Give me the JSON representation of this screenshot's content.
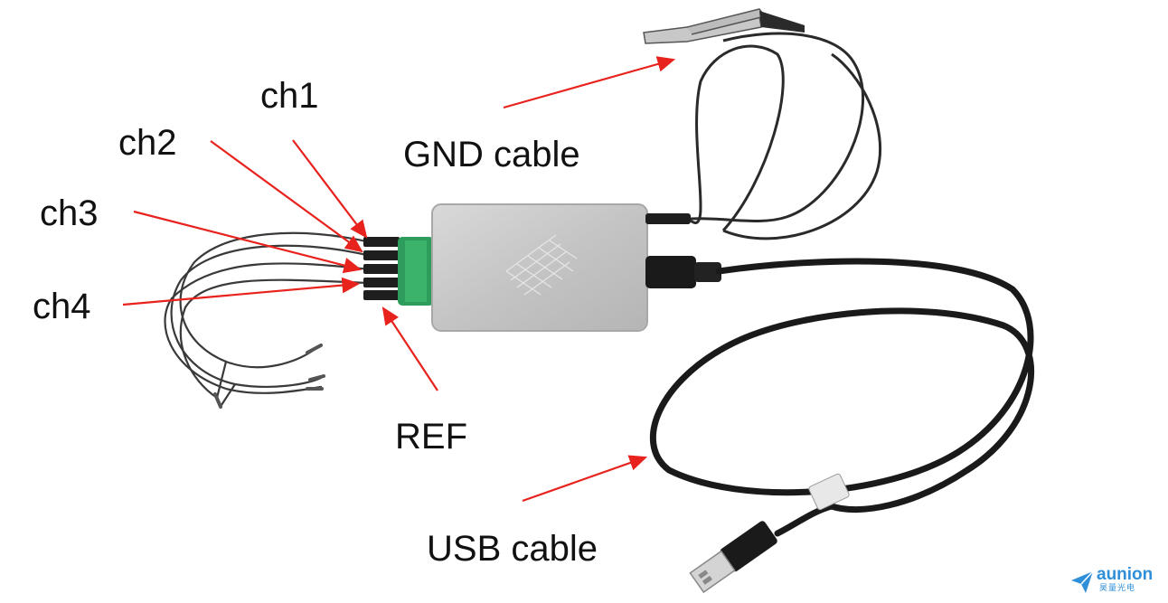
{
  "labels": {
    "ch1": "ch1",
    "ch2": "ch2",
    "ch3": "ch3",
    "ch4": "ch4",
    "ref": "REF",
    "gnd_cable": "GND cable",
    "usb_cable": "USB cable"
  },
  "logo": {
    "name": "aunion",
    "subtitle": "昊量光电"
  },
  "colors": {
    "arrow": "#e8221c",
    "cable": "#1a1a1a",
    "thin_wire": "#3a3a3a",
    "device_body": "#c9c9c9",
    "connector": "#2e9c5a",
    "logo": "#2f8fd8"
  }
}
